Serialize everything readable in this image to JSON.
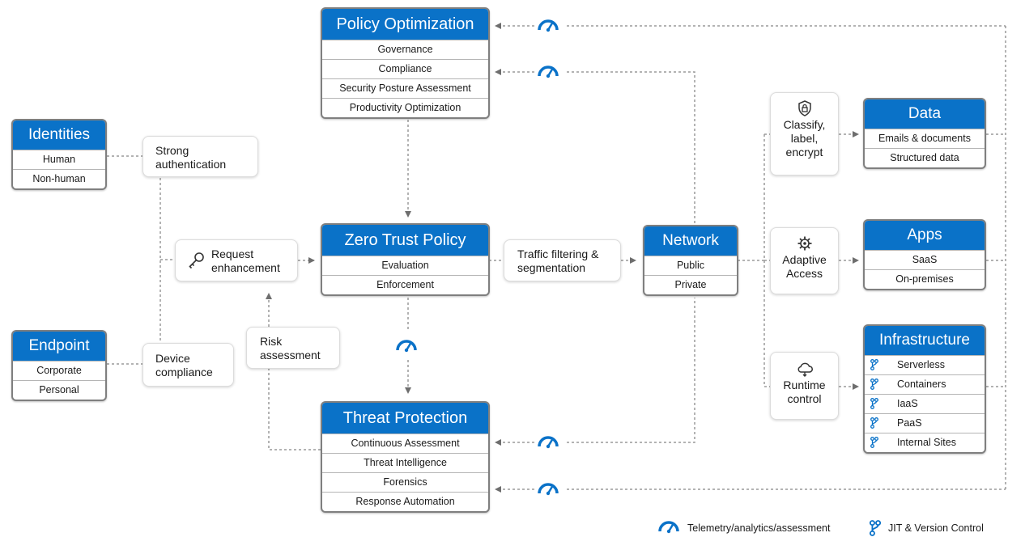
{
  "colors": {
    "accent": "#0a72c8",
    "connector": "#8a8a8a",
    "border": "#7f7f7f"
  },
  "nodes": {
    "policy_optimization": {
      "title": "Policy Optimization",
      "items": [
        "Governance",
        "Compliance",
        "Security Posture Assessment",
        "Productivity Optimization"
      ]
    },
    "identities": {
      "title": "Identities",
      "items": [
        "Human",
        "Non-human"
      ]
    },
    "endpoint": {
      "title": "Endpoint",
      "items": [
        "Corporate",
        "Personal"
      ]
    },
    "zero_trust_policy": {
      "title": "Zero Trust Policy",
      "items": [
        "Evaluation",
        "Enforcement"
      ]
    },
    "threat_protection": {
      "title": "Threat Protection",
      "items": [
        "Continuous Assessment",
        "Threat Intelligence",
        "Forensics",
        "Response Automation"
      ]
    },
    "network": {
      "title": "Network",
      "items": [
        "Public",
        "Private"
      ]
    },
    "data": {
      "title": "Data",
      "items": [
        "Emails & documents",
        "Structured data"
      ]
    },
    "apps": {
      "title": "Apps",
      "items": [
        "SaaS",
        "On-premises"
      ]
    },
    "infrastructure": {
      "title": "Infrastructure",
      "items": [
        "Serverless",
        "Containers",
        "IaaS",
        "PaaS",
        "Internal Sites"
      ]
    }
  },
  "processes": {
    "strong_auth": [
      "Strong",
      "authentication"
    ],
    "device_compliance": [
      "Device",
      "compliance"
    ],
    "request_enhancement": [
      "Request",
      "enhancement"
    ],
    "risk_assessment": [
      "Risk",
      "assessment"
    ],
    "traffic_filtering": [
      "Traffic filtering &",
      "segmentation"
    ],
    "classify": [
      "Classify,",
      "label,",
      "encrypt"
    ],
    "adaptive_access": [
      "Adaptive",
      "Access"
    ],
    "runtime_control": [
      "Runtime",
      "control"
    ]
  },
  "icons": {
    "telemetry": "gauge-icon",
    "jit": "branch-icon",
    "request": "key-icon",
    "classify": "shield-icon",
    "adaptive": "gear-icon",
    "runtime": "cloud-icon"
  },
  "legend": {
    "telemetry": "Telemetry/analytics/assessment",
    "jit": "JIT & Version Control"
  }
}
